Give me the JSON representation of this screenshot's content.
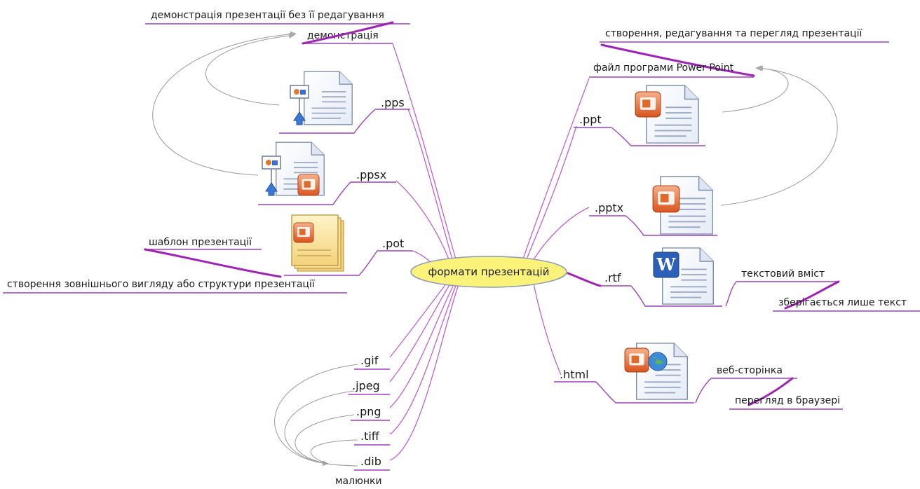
{
  "center": {
    "label": "формати презентацій"
  },
  "left": {
    "demo_note": "демонстрація презентації без її редагування",
    "demo_label": "демонстрація",
    "pps": ".pps",
    "ppsx": ".ppsx",
    "pot": ".pot",
    "template_label": "шаблон презентації",
    "template_note": "створення зовнішнього вигляду або структури презентації"
  },
  "right": {
    "ppt_note": "створення, редагування та перегляд презентації",
    "ppt_label": "файл програми Power Point",
    "ppt": ".ppt",
    "pptx": ".pptx",
    "rtf": ".rtf",
    "rtf_label": "текстовий вміст",
    "rtf_note": "зберігається лише текст",
    "html": ".html",
    "html_label": "веб-сторінка",
    "html_note": "перегляд в браузері"
  },
  "images": {
    "items": [
      ".gif",
      ".jpeg",
      ".png",
      ".tiff",
      ".dib"
    ],
    "label": "малюнки"
  },
  "icons": [
    "pps-file-icon",
    "ppsx-file-icon",
    "pot-file-icon",
    "ppt-file-icon",
    "pptx-file-icon",
    "rtf-file-icon",
    "html-file-icon"
  ],
  "colors": {
    "branch": "#c060d0",
    "center_fill": "#fbf27a",
    "arc": "#9a9a9a"
  }
}
